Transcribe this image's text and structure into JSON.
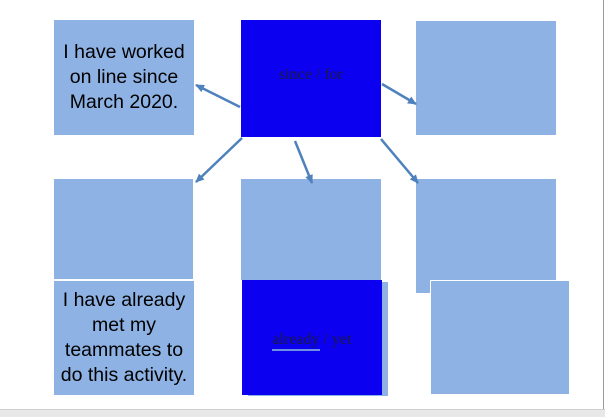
{
  "boxes": {
    "top_left": "I have worked on line since March 2020.",
    "center_top": "since / for",
    "bottom_left": "I have already met my teammates to do this activity.",
    "center_bottom_part1": "already",
    "center_bottom_sep": " / ",
    "center_bottom_part2": "yet"
  },
  "colors": {
    "light_box": "#8eb2e3",
    "dark_box": "#0b00f0",
    "arrow": "#4f81bd"
  }
}
